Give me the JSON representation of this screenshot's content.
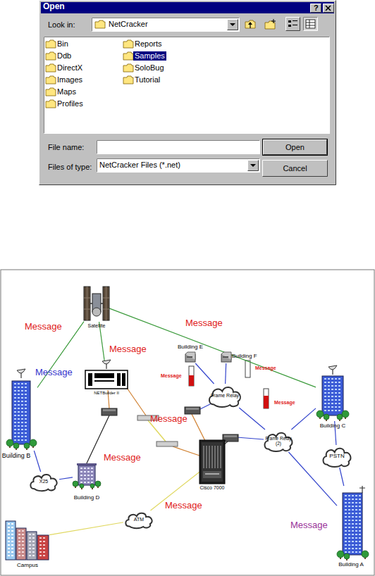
{
  "diagram": {
    "nodes": [
      {
        "text": [
          "Open"
        ]
      },
      {
        "text": [
          "NetCracker"
        ],
        "in": 0
      },
      {
        "text": [
          "Bin",
          "Ddb",
          "DirectX",
          "Images",
          "Maps",
          "Profiles",
          "Reports",
          "Samples",
          "SoloBug",
          "Tutorial"
        ],
        "in": 0
      },
      {
        "text": [
          "NetCracker Files (*.net)"
        ],
        "in": 0
      },
      {
        "text": [
          "Open"
        ],
        "in": 0
      },
      {
        "text": [
          "Cancel"
        ],
        "in": 0
      },
      {
        "text": [
          "Satellite"
        ]
      },
      {
        "text": [
          "Building E"
        ]
      },
      {
        "text": [
          "Building F"
        ]
      },
      {
        "text": [
          "NETBuilder II"
        ]
      },
      {
        "text": [
          "Frame Relay"
        ]
      },
      {
        "text": [
          "Building C"
        ]
      },
      {
        "text": [
          "Building B"
        ]
      },
      {
        "text": [
          "Frame Relay (2)"
        ]
      },
      {
        "text": [
          "Cisco 7000"
        ]
      },
      {
        "text": [
          "PSTN"
        ]
      },
      {
        "text": [
          "Building D"
        ]
      },
      {
        "text": [
          "X25"
        ]
      },
      {
        "text": [
          "ATM"
        ]
      },
      {
        "text": [
          "Campus"
        ]
      },
      {
        "text": [
          "Building A"
        ]
      }
    ],
    "edges": [
      {
        "from": 6,
        "to": 12,
        "arrow": "none"
      },
      {
        "from": 6,
        "to": 9,
        "arrow": "none"
      },
      {
        "from": 6,
        "to": 11,
        "arrow": "none"
      },
      {
        "from": 7,
        "to": 10,
        "arrow": "none"
      },
      {
        "from": 8,
        "to": 10,
        "arrow": "none"
      },
      {
        "from": 10,
        "to": 13,
        "arrow": "none"
      },
      {
        "from": 13,
        "to": 11,
        "arrow": "none"
      },
      {
        "from": 13,
        "to": 20,
        "arrow": "none"
      },
      {
        "from": 11,
        "to": 15,
        "arrow": "none"
      },
      {
        "from": 15,
        "to": 20,
        "arrow": "none"
      },
      {
        "from": 12,
        "to": 17,
        "arrow": "none"
      },
      {
        "from": 17,
        "to": 16,
        "arrow": "none"
      },
      {
        "from": 19,
        "to": 18,
        "arrow": "none"
      },
      {
        "from": 18,
        "to": 14,
        "arrow": "none"
      }
    ],
    "labels": [
      "?",
      "Look in:",
      "File name:",
      "Files of type:",
      "Message",
      "Message",
      "Message",
      "Message",
      "Message",
      "Message",
      "Message",
      "Message",
      "Message",
      "Message",
      "Message"
    ]
  }
}
